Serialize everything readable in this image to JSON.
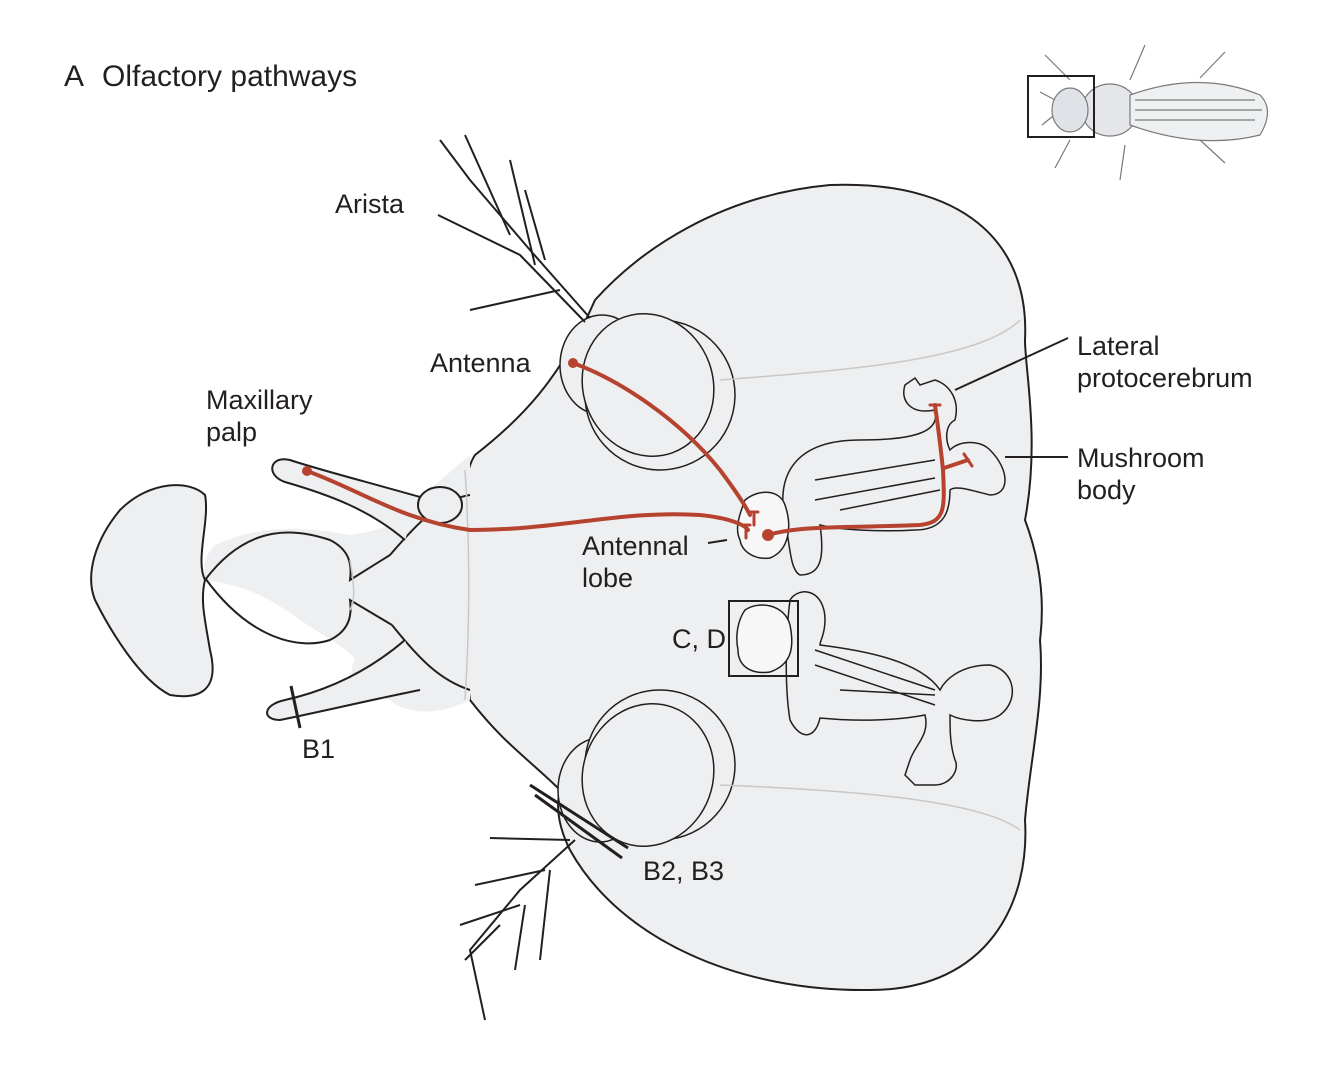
{
  "figure": {
    "panel_letter": "A",
    "title": "Olfactory pathways"
  },
  "labels": {
    "arista": "Arista",
    "antenna": "Antenna",
    "maxillary_palp": "Maxillary\npalp",
    "antennal_lobe": "Antennal\nlobe",
    "lateral_protocerebrum": "Lateral\nprotocerebrum",
    "mushroom_body": "Mushroom\nbody",
    "cd_box": "C, D",
    "b1": "B1",
    "b2_b3": "B2, B3"
  },
  "colors": {
    "pathway": "#b5432f",
    "tissue_fill": "#eeeff1",
    "outline": "#231f20",
    "inner_region": "#f7f7f7"
  }
}
